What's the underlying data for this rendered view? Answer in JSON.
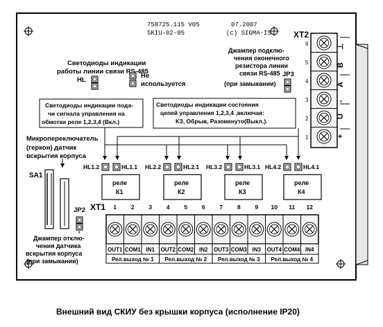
{
  "header": {
    "code_line1": "758725.115 V05",
    "code_line2": "SKIU-02-05",
    "date": "07.2007",
    "copyright": "(c)  SIGMA-IS"
  },
  "xt2": {
    "name": "XT2",
    "pins": [
      "6",
      "5",
      "4",
      "3",
      "2",
      "1"
    ],
    "signals": [
      "+",
      "U",
      "-",
      "A",
      "B",
      "⊥"
    ]
  },
  "labels": {
    "rs485_led_line1": "Светодиоды индикации",
    "rs485_led_line2": "работы линии связи RS-485",
    "hl": "HL",
    "not_used_1": "Не",
    "not_used_2": "используется",
    "jp3_line1": "Джампер подклю-",
    "jp3_line2": "чения оконечного",
    "jp3_line3": "резистора линии",
    "jp3_line4": "связи RS-485",
    "jp3_line5": "(при замыкании)",
    "jp3": "JP3",
    "ctrl_box_line1": "Светодиоды индикации пода-",
    "ctrl_box_line2": "чи сигнала управления на",
    "ctrl_box_line3": "обмотки реле 1,2,3,4 (Вкл.)",
    "state_box_line1": "Светодиоды индикации состояния",
    "state_box_line2": "цепей управления 1,2,3,4 ,включая:",
    "state_box_line3": "КЗ, Обрыв, Разомкнуто(Выкл.).",
    "micro_line1": "Микропереключатель",
    "micro_line2": "(геркон) датчик",
    "micro_line3": "вскрытия корпуса",
    "sa1": "SA1",
    "jp2": "JP2",
    "jp2_line1": "Джампер отклю-",
    "jp2_line2": "чения датчика",
    "jp2_line3": "вскрытия корпуса",
    "jp2_line4": "(при замыкании)"
  },
  "relays": [
    {
      "led_a": "HL1.2",
      "led_b": "HL1.1",
      "name1": "реле",
      "name2": "К1"
    },
    {
      "led_a": "HL2.2",
      "led_b": "HL2.1",
      "name1": "реле",
      "name2": "К2"
    },
    {
      "led_a": "HL3.2",
      "led_b": "HL3.1",
      "name1": "реле",
      "name2": "К3"
    },
    {
      "led_a": "HL4.2",
      "led_b": "HL4.1",
      "name1": "реле",
      "name2": "К4"
    }
  ],
  "xt1": {
    "name": "XT1",
    "pins": [
      "1",
      "2",
      "3",
      "4",
      "5",
      "6",
      "7",
      "8",
      "9",
      "10",
      "11",
      "12"
    ],
    "terminals": [
      "OUT1",
      "COM1",
      "IN1",
      "OUT2",
      "COM2",
      "IN2",
      "OUT3",
      "COM3",
      "IN3",
      "OUT4",
      "COM4",
      "IN4"
    ],
    "groups": [
      "Рел.выход № 1",
      "Рел.выход № 2",
      "Рел.выход № 3",
      "Рел.выход № 4"
    ]
  },
  "caption": "Внешний вид СКИУ без крышки корпуса (исполнение IP20)"
}
